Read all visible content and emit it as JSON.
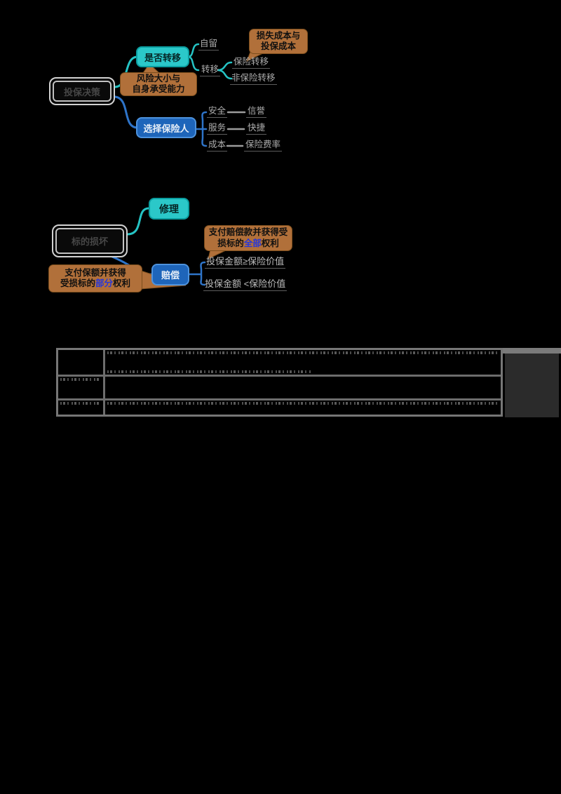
{
  "colors": {
    "background": "#000000",
    "teal_topic": "#2bc8c9",
    "blue_topic": "#1e65ba",
    "brown_callout": "#b1703a",
    "highlight_text": "#2737d8",
    "leaf_text": "#adadad",
    "table_border": "#767676"
  },
  "map_insurance_decision": {
    "root": "投保决策",
    "transfer_branch": "是否转移",
    "risk_callout_line1": "风险大小与",
    "risk_callout_line2": "自身承受能力",
    "self_retain": "自留",
    "transfer": "转移",
    "insurance_transfer": "保险转移",
    "non_insurance_transfer": "非保险转移",
    "cost_callout_line1": "损失成本与",
    "cost_callout_line2": "投保成本",
    "insurer_branch": "选择保险人",
    "criteria": [
      {
        "factor": "安全",
        "indicator": "信誉"
      },
      {
        "factor": "服务",
        "indicator": "快捷"
      },
      {
        "factor": "成本",
        "indicator": "保险费率"
      }
    ]
  },
  "map_subject_damage": {
    "root": "标的损坏",
    "repair_branch": "修理",
    "compensate_branch": "赔偿",
    "full_callout": {
      "line1": "支付赔偿款并获得受",
      "line2_pre": "损标的",
      "highlight": "全部",
      "line2_post": "权利"
    },
    "case_ge": "投保金额≥保险价值",
    "case_lt": "投保金额 <保险价值",
    "partial_callout": {
      "line1": "支付保额并获得",
      "line2_pre": "受损标的",
      "highlight": "部分",
      "line2_post": "权利"
    }
  },
  "table": {
    "rows": [
      {
        "header": "",
        "content": ""
      },
      {
        "header": "",
        "content": ""
      },
      {
        "header": "",
        "content": ""
      }
    ]
  }
}
